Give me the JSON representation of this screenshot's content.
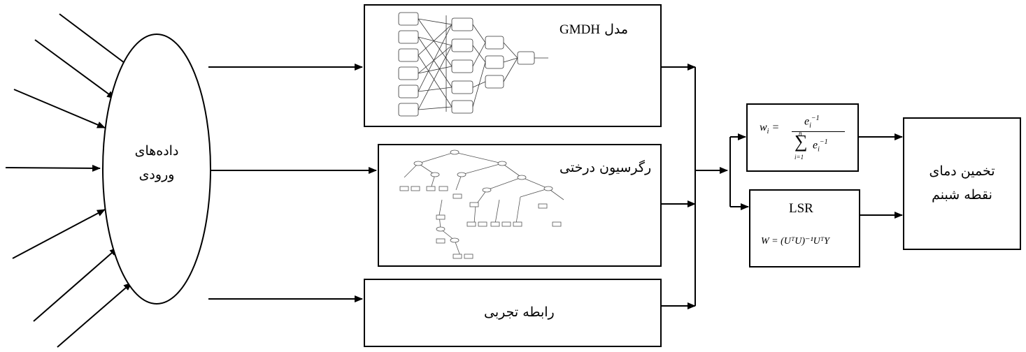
{
  "input": {
    "line1": "داده‌های",
    "line2": "ورودی"
  },
  "models": {
    "gmdh": {
      "title_word": "مدل",
      "title_acronym": "GMDH"
    },
    "tree": {
      "title": "رگرسیون درختی"
    },
    "empirical": {
      "title": "رابطه تجربی"
    }
  },
  "combiners": {
    "weighted": {
      "formula_lhs": "w",
      "formula_sub": "i",
      "formula_num": "e",
      "formula_exp": "−1",
      "sum_top": "n",
      "sum_bottom": "i=1"
    },
    "lsr": {
      "title": "LSR",
      "formula": "W = (UᵀU)⁻¹UᵀY"
    }
  },
  "output": {
    "line1": "تخمین دمای",
    "line2": "نقطه شبنم"
  },
  "colors": {
    "stroke": "#000000",
    "background": "#ffffff"
  }
}
